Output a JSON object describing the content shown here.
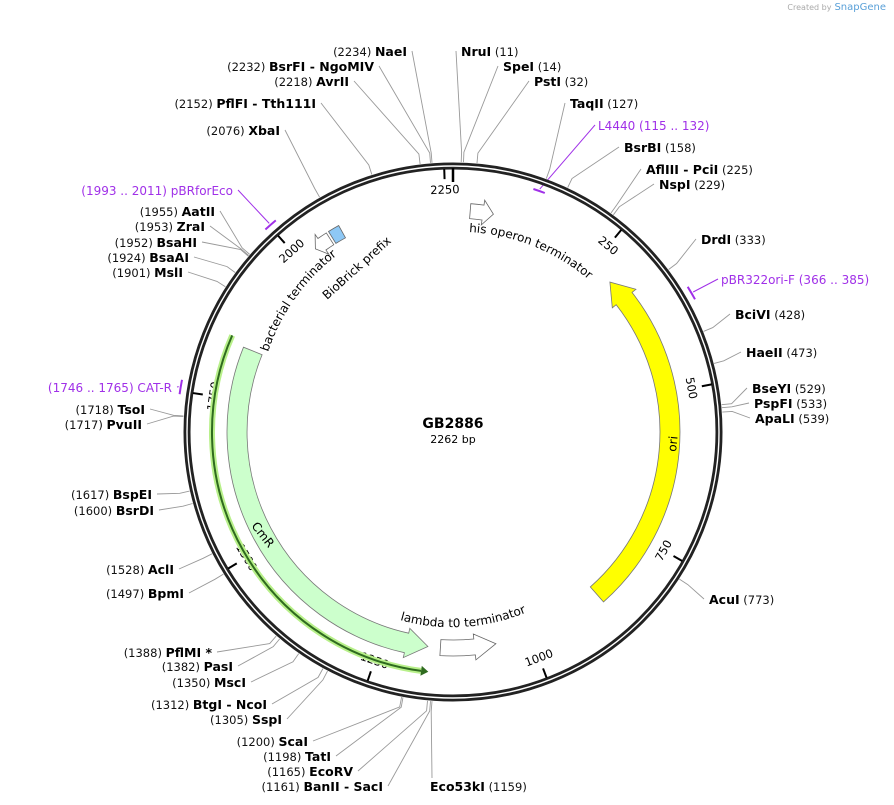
{
  "credit": {
    "prefix": "Created by",
    "brand": "SnapGene"
  },
  "plasmid": {
    "name": "GB2886",
    "length_label": "2262 bp",
    "length": 2262
  },
  "ticks": [
    250,
    500,
    750,
    1000,
    1250,
    1500,
    1750,
    2000,
    2250
  ],
  "sites": [
    {
      "name": "NaeI",
      "pos": 2234
    },
    {
      "name": "BsrFI  - NgoMIV",
      "pos": 2232
    },
    {
      "name": "AvrII",
      "pos": 2218
    },
    {
      "name": "PflFI  - Tth111I",
      "pos": 2152
    },
    {
      "name": "XbaI",
      "pos": 2076
    },
    {
      "name": "AatII",
      "pos": 1955
    },
    {
      "name": "ZraI",
      "pos": 1953
    },
    {
      "name": "BsaHI",
      "pos": 1952
    },
    {
      "name": "BsaAI",
      "pos": 1924
    },
    {
      "name": "MslI",
      "pos": 1901
    },
    {
      "name": "TsoI",
      "pos": 1718
    },
    {
      "name": "PvuII",
      "pos": 1717
    },
    {
      "name": "BspEI",
      "pos": 1617
    },
    {
      "name": "BsrDI",
      "pos": 1600
    },
    {
      "name": "AclI",
      "pos": 1528
    },
    {
      "name": "BpmI",
      "pos": 1497
    },
    {
      "name": "PflMI *",
      "pos": 1388
    },
    {
      "name": "PasI",
      "pos": 1382
    },
    {
      "name": "MscI",
      "pos": 1350
    },
    {
      "name": "BtgI  - NcoI",
      "pos": 1312
    },
    {
      "name": "SspI",
      "pos": 1305
    },
    {
      "name": "ScaI",
      "pos": 1200
    },
    {
      "name": "TatI",
      "pos": 1198
    },
    {
      "name": "EcoRV",
      "pos": 1165
    },
    {
      "name": "BanII  - SacI",
      "pos": 1161
    },
    {
      "name": "NruI",
      "pos": 11
    },
    {
      "name": "SpeI",
      "pos": 14
    },
    {
      "name": "PstI",
      "pos": 32
    },
    {
      "name": "TaqII",
      "pos": 127
    },
    {
      "name": "BsrBI",
      "pos": 158
    },
    {
      "name": "AflIII  - PciI",
      "pos": 225
    },
    {
      "name": "NspI",
      "pos": 229
    },
    {
      "name": "DrdI",
      "pos": 333
    },
    {
      "name": "BciVI",
      "pos": 428
    },
    {
      "name": "HaeII",
      "pos": 473
    },
    {
      "name": "BseYI",
      "pos": 529
    },
    {
      "name": "PspFI",
      "pos": 533
    },
    {
      "name": "ApaLI",
      "pos": 539
    },
    {
      "name": "AcuI",
      "pos": 773
    },
    {
      "name": "Eco53kI",
      "pos": 1159
    }
  ],
  "primers": [
    {
      "name": "pBRforEco",
      "range": "(1993 .. 2011)",
      "start": 1993,
      "end": 2011
    },
    {
      "name": "CAT-R",
      "range": "(1746 .. 1765)",
      "start": 1746,
      "end": 1765
    },
    {
      "name": "L4440",
      "range": "(115 .. 132)",
      "start": 115,
      "end": 132
    },
    {
      "name": "pBR322ori-F",
      "range": "(366 .. 385)",
      "start": 366,
      "end": 385
    }
  ],
  "features": [
    {
      "name": "ori",
      "type": "rep_origin",
      "color": "#ffff00",
      "start": 291,
      "end": 870,
      "direction": "reverse"
    },
    {
      "name": "CmR",
      "type": "CDS",
      "color": "#ccffcc",
      "start": 1173,
      "end": 1835,
      "direction": "forward"
    },
    {
      "name": "his operon terminator",
      "type": "terminator",
      "color": "#ffffff"
    },
    {
      "name": "bacterial terminator",
      "type": "terminator",
      "color": "#ffffff"
    },
    {
      "name": "BioBrick prefix",
      "type": "misc",
      "color": "#8ec8f5"
    },
    {
      "name": "lambda t0 terminator",
      "type": "terminator",
      "color": "#ffffff"
    }
  ],
  "colors": {
    "primer": "#a030e8",
    "orf": "#2f6b1f",
    "orf_glow": "#b8f08a",
    "backbone": "#222222"
  }
}
